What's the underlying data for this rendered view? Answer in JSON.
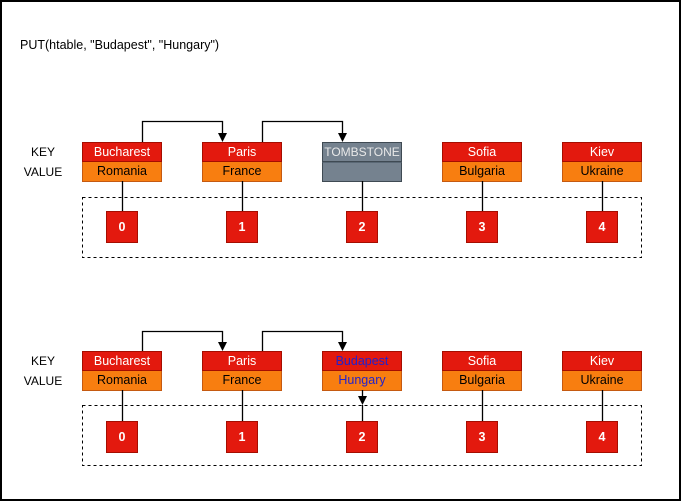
{
  "title": "PUT(htable, \"Budapest\", \"Hungary\")",
  "colors": {
    "cell_key_red": "#e3190e",
    "cell_value_orange": "#f87e10",
    "tombstone_gray": "#75828f",
    "highlight_blue": "#2222cc",
    "key_text": "#ffffff",
    "value_text": "#000000",
    "index_box_red": "#e3190e"
  },
  "tables": [
    {
      "name": "before-put",
      "key_label": "KEY",
      "value_label": "VALUE",
      "slots": [
        {
          "index": "0",
          "key": "Bucharest",
          "value": "Romania"
        },
        {
          "index": "1",
          "key": "Paris",
          "value": "France"
        },
        {
          "index": "2",
          "key": "TOMBSTONE",
          "value": ""
        },
        {
          "index": "3",
          "key": "Sofia",
          "value": "Bulgaria"
        },
        {
          "index": "4",
          "key": "Kiev",
          "value": "Ukraine"
        }
      ]
    },
    {
      "name": "after-put",
      "key_label": "KEY",
      "value_label": "VALUE",
      "slots": [
        {
          "index": "0",
          "key": "Bucharest",
          "value": "Romania"
        },
        {
          "index": "1",
          "key": "Paris",
          "value": "France"
        },
        {
          "index": "2",
          "key": "Budapest",
          "value": "Hungary"
        },
        {
          "index": "3",
          "key": "Sofia",
          "value": "Bulgaria"
        },
        {
          "index": "4",
          "key": "Kiev",
          "value": "Ukraine"
        }
      ]
    }
  ]
}
